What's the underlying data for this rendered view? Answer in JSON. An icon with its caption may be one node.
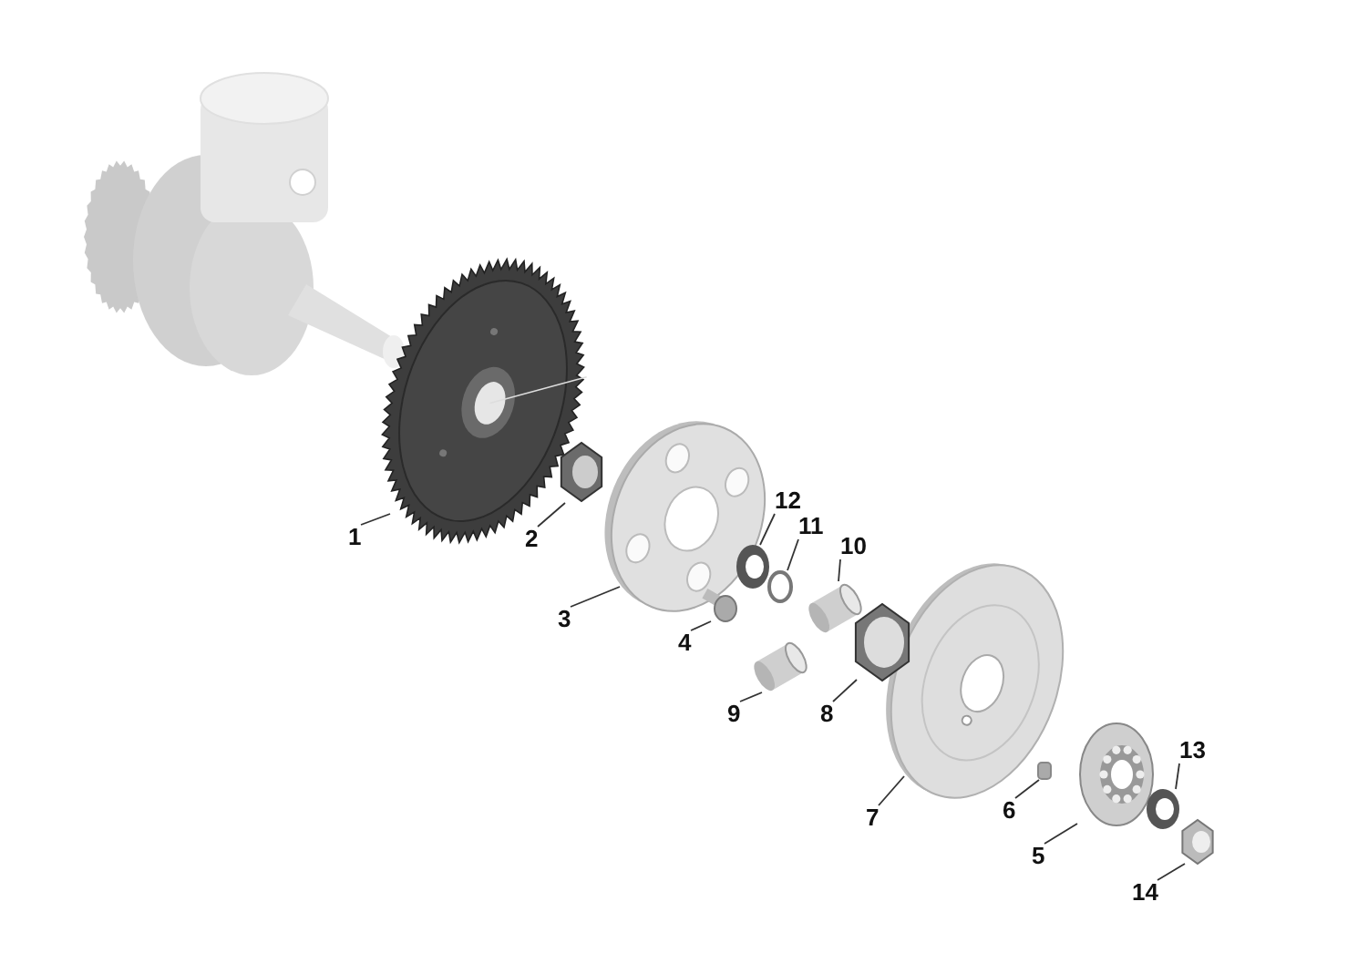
{
  "diagram": {
    "nodes": [
      {
        "text": [
          "1"
        ]
      },
      {
        "text": [
          "2"
        ]
      },
      {
        "text": [
          "3"
        ]
      },
      {
        "text": [
          "4"
        ]
      },
      {
        "text": [
          "5"
        ]
      },
      {
        "text": [
          "6"
        ]
      },
      {
        "text": [
          "7"
        ]
      },
      {
        "text": [
          "8"
        ]
      },
      {
        "text": [
          "9"
        ]
      },
      {
        "text": [
          "10"
        ]
      },
      {
        "text": [
          "11"
        ]
      },
      {
        "text": [
          "12"
        ]
      },
      {
        "text": [
          "13"
        ]
      },
      {
        "text": [
          "14"
        ]
      },
      {
        "text": [],
        "shape": "picture"
      },
      {
        "text": [],
        "shape": "picture"
      },
      {
        "text": [],
        "shape": "picture"
      },
      {
        "text": [],
        "shape": "picture"
      },
      {
        "text": [],
        "shape": "picture"
      },
      {
        "text": [],
        "shape": "box"
      },
      {
        "text": [],
        "shape": "picture"
      },
      {
        "text": [],
        "shape": "picture"
      },
      {
        "text": [],
        "shape": "picture"
      },
      {
        "text": [],
        "shape": "picture"
      },
      {
        "text": [],
        "shape": "circle"
      },
      {
        "text": [],
        "shape": "picture"
      },
      {
        "text": [],
        "shape": "picture"
      },
      {
        "text": [],
        "shape": "picture"
      }
    ],
    "edges": [
      {
        "from": 0,
        "to": 14,
        "arrow": "none"
      },
      {
        "from": 1,
        "to": 15,
        "arrow": "none"
      },
      {
        "from": 2,
        "to": 16,
        "arrow": "none"
      },
      {
        "from": 3,
        "to": 17,
        "arrow": "none"
      },
      {
        "from": 4,
        "to": 18,
        "arrow": "none"
      },
      {
        "from": 5,
        "to": 19,
        "arrow": "none"
      },
      {
        "from": 6,
        "to": 20,
        "arrow": "none"
      },
      {
        "from": 7,
        "to": 21,
        "arrow": "none"
      },
      {
        "from": 8,
        "to": 22,
        "arrow": "none"
      },
      {
        "from": 9,
        "to": 23,
        "arrow": "none"
      },
      {
        "from": 10,
        "to": 24,
        "arrow": "none"
      },
      {
        "from": 11,
        "to": 25,
        "arrow": "none"
      },
      {
        "from": 12,
        "to": 26,
        "arrow": "none"
      },
      {
        "from": 13,
        "to": 27,
        "arrow": "none"
      }
    ]
  }
}
